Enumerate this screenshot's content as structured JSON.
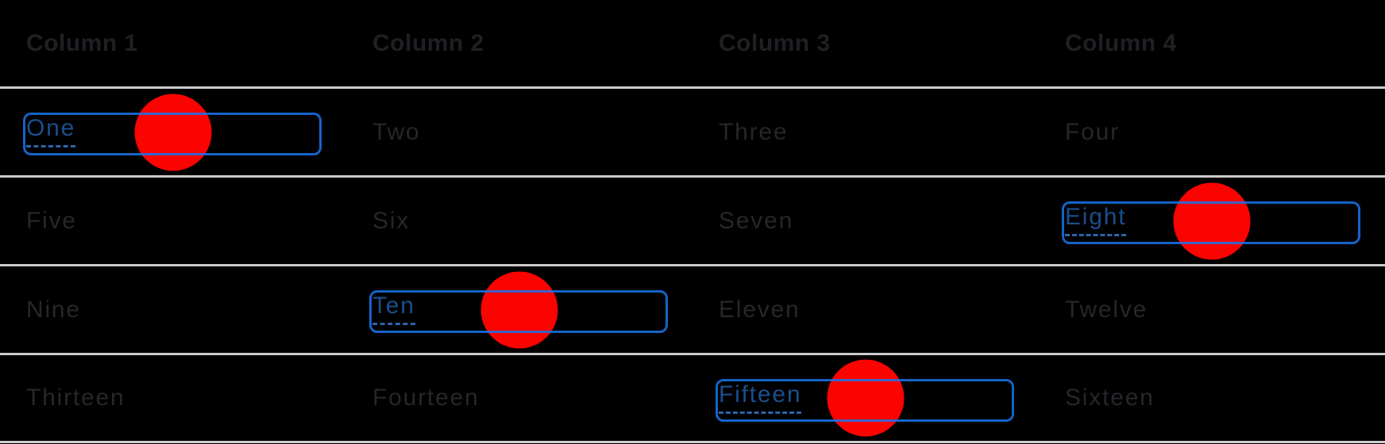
{
  "table": {
    "columns": [
      "Column 1",
      "Column 2",
      "Column 3",
      "Column 4"
    ],
    "rows": [
      {
        "cells": [
          {
            "label": "One",
            "focused": true,
            "tapped": true
          },
          {
            "label": "Two"
          },
          {
            "label": "Three"
          },
          {
            "label": "Four"
          }
        ]
      },
      {
        "cells": [
          {
            "label": "Five"
          },
          {
            "label": "Six"
          },
          {
            "label": "Seven"
          },
          {
            "label": "Eight",
            "focused": true,
            "tapped": true
          }
        ]
      },
      {
        "cells": [
          {
            "label": "Nine"
          },
          {
            "label": "Ten",
            "focused": true,
            "tapped": true
          },
          {
            "label": "Eleven"
          },
          {
            "label": "Twelve"
          }
        ]
      },
      {
        "cells": [
          {
            "label": "Thirteen"
          },
          {
            "label": "Fourteen"
          },
          {
            "label": "Fifteen",
            "focused": true,
            "tapped": true
          },
          {
            "label": "Sixteen"
          }
        ]
      }
    ]
  },
  "colors": {
    "bg": "#000000",
    "separator": "#cccccc",
    "header_text": "#1f2024",
    "cell_text": "#26262b",
    "link_text": "#1b4e8d",
    "underline": "#2e64ab",
    "ring": "#1a74eb",
    "dot": "#fb0300"
  }
}
